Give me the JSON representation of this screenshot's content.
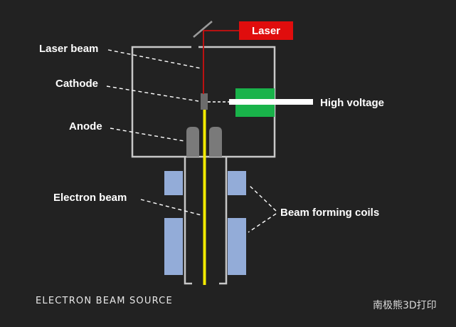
{
  "diagram": {
    "caption": "ELECTRON BEAM SOURCE",
    "watermark": "南极熊3D打印",
    "labels": {
      "laser": "Laser",
      "laser_beam": "Laser beam",
      "cathode": "Cathode",
      "anode": "Anode",
      "high_voltage": "High voltage",
      "electron_beam": "Electron beam",
      "beam_forming_coils": "Beam forming coils"
    },
    "colors": {
      "background": "#222222",
      "chamber_outline": "#c8c8c8",
      "laser_box": "#e00d0d",
      "laser_beam": "#cc1010",
      "electron_beam": "#f2ea00",
      "coils": "#93acd8",
      "high_voltage_block": "#19b34a",
      "anode": "#7a7a7a",
      "cathode": "#6c6c6c",
      "leader_lines": "#ffffff"
    }
  }
}
